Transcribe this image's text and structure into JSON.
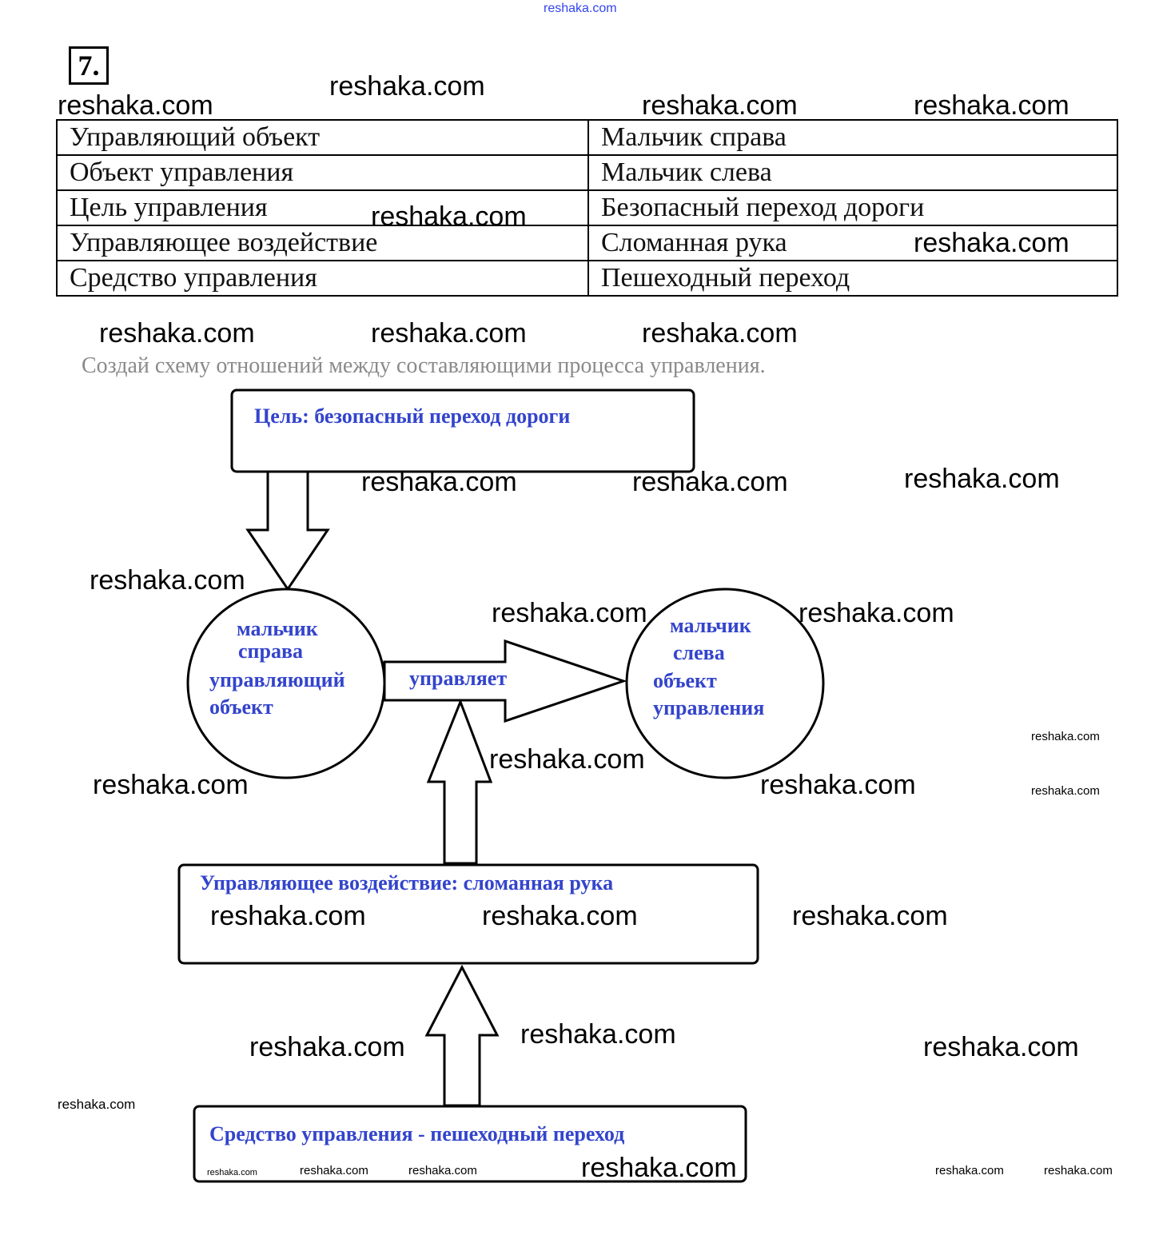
{
  "watermark": "reshaka.com",
  "task_number": "7.",
  "table": {
    "rows": [
      [
        "Управляющий объект",
        "Мальчик справа"
      ],
      [
        "Объект управления",
        "Мальчик слева"
      ],
      [
        "Цель управления",
        "Безопасный переход дороги"
      ],
      [
        "Управляющее воздействие",
        "Сломанная рука"
      ],
      [
        "Средство управления",
        "Пешеходный переход"
      ]
    ]
  },
  "instruction": "Создай схему отношений между составляющими процесса управления.",
  "diagram": {
    "goal_box": "Цель:  безопасный переход дороги",
    "left_circle": [
      "мальчик",
      "справа",
      "управляющий",
      "объект"
    ],
    "arrow_label": "управляет",
    "right_circle": [
      "мальчик",
      "слева",
      "объект",
      "управления"
    ],
    "action_box": "Управляющее воздействие:  сломанная рука",
    "means_box": "Средство управления - пешеходный переход",
    "text_color": "#3344cc"
  }
}
